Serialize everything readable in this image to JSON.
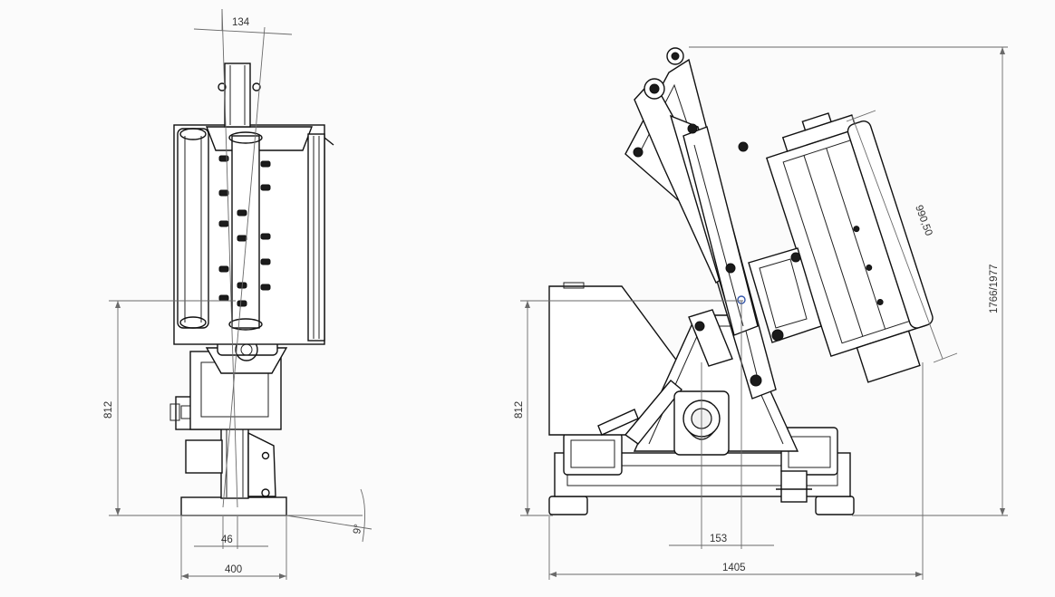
{
  "drawing": {
    "front_view": {
      "dim_top": "134",
      "dim_height": "812",
      "dim_inner": "46",
      "dim_width": "400",
      "dim_angle": "9°"
    },
    "side_view": {
      "dim_height": "812",
      "dim_offset": "153",
      "dim_length": "1405",
      "dim_diag": "990,50",
      "dim_overall": "1766/1977"
    }
  },
  "colors": {
    "line": "#111111",
    "dimension": "#6a6a6a",
    "background": "#fbfbfb"
  }
}
